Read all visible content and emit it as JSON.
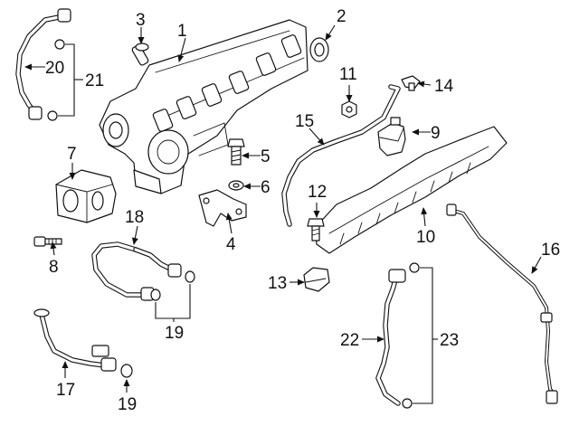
{
  "callouts": [
    {
      "id": "c1",
      "text": "1"
    },
    {
      "id": "c2",
      "text": "2"
    },
    {
      "id": "c3",
      "text": "3"
    },
    {
      "id": "c4",
      "text": "4"
    },
    {
      "id": "c5",
      "text": "5"
    },
    {
      "id": "c6",
      "text": "6"
    },
    {
      "id": "c7",
      "text": "7"
    },
    {
      "id": "c8",
      "text": "8"
    },
    {
      "id": "c9",
      "text": "9"
    },
    {
      "id": "c10",
      "text": "10"
    },
    {
      "id": "c11",
      "text": "11"
    },
    {
      "id": "c12",
      "text": "12"
    },
    {
      "id": "c13",
      "text": "13"
    },
    {
      "id": "c14",
      "text": "14"
    },
    {
      "id": "c15",
      "text": "15"
    },
    {
      "id": "c16",
      "text": "16"
    },
    {
      "id": "c17",
      "text": "17"
    },
    {
      "id": "c18",
      "text": "18"
    },
    {
      "id": "c19a",
      "text": "19"
    },
    {
      "id": "c19b",
      "text": "19"
    },
    {
      "id": "c20",
      "text": "20"
    },
    {
      "id": "c21",
      "text": "21"
    },
    {
      "id": "c22",
      "text": "22"
    },
    {
      "id": "c23",
      "text": "23"
    }
  ]
}
